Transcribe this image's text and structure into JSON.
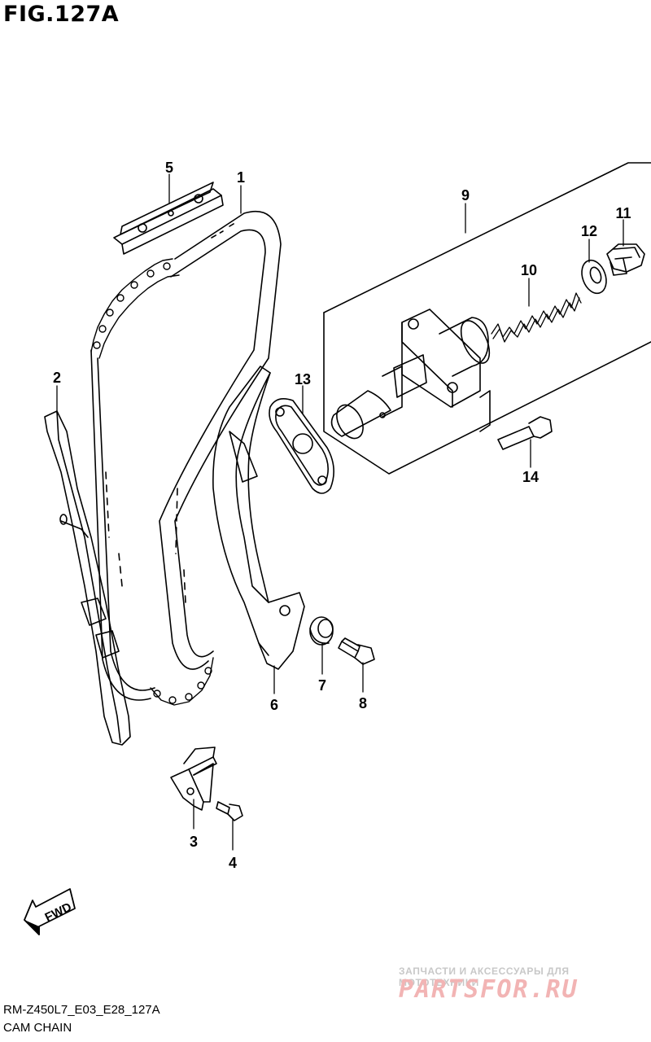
{
  "figure": {
    "title": "FIG.127A",
    "code": "RM-Z450L7_E03_E28_127A",
    "subtitle": "CAM CHAIN"
  },
  "callouts": [
    {
      "id": "1",
      "label": "1"
    },
    {
      "id": "2",
      "label": "2"
    },
    {
      "id": "3",
      "label": "3"
    },
    {
      "id": "4",
      "label": "4"
    },
    {
      "id": "5",
      "label": "5"
    },
    {
      "id": "6",
      "label": "6"
    },
    {
      "id": "7",
      "label": "7"
    },
    {
      "id": "8",
      "label": "8"
    },
    {
      "id": "9",
      "label": "9"
    },
    {
      "id": "10",
      "label": "10"
    },
    {
      "id": "11",
      "label": "11"
    },
    {
      "id": "12",
      "label": "12"
    },
    {
      "id": "13",
      "label": "13"
    },
    {
      "id": "14",
      "label": "14"
    }
  ],
  "fwd_label": "FWD",
  "watermark": {
    "tagline": "ЗАПЧАСТИ И АКСЕССУАРЫ ДЛЯ МОТОТЕХНИКИ",
    "brand": "PARTSFOR.RU"
  }
}
